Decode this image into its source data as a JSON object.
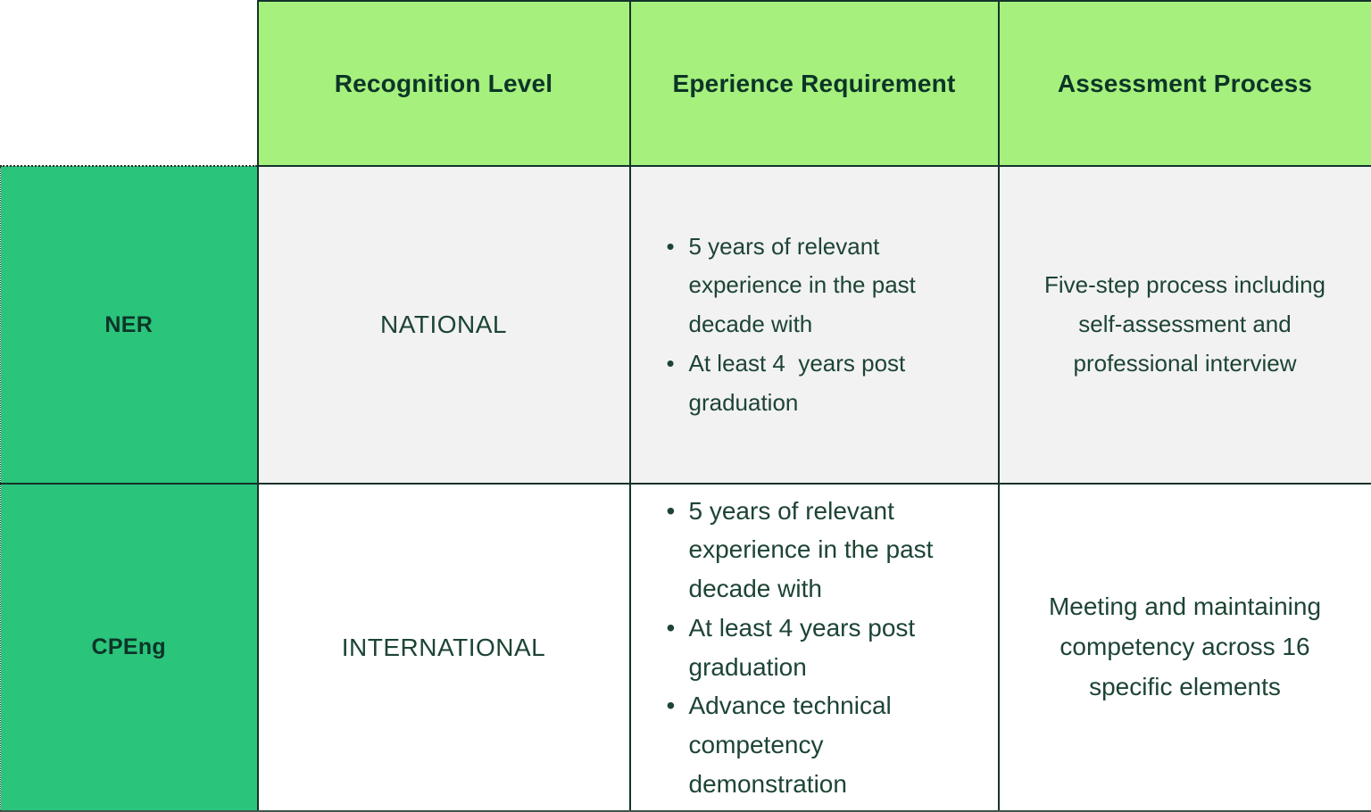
{
  "colors": {
    "header-green": "#a6f07d",
    "row-green": "#2bc47b",
    "row1-bg": "#f2f2f2",
    "row2-bg": "#ffffff",
    "line-dark": "#14332a",
    "text-dark": "#0c3528",
    "text-body": "#1d4434"
  },
  "chart_data": {
    "type": "table",
    "columns": [
      "Recognition Level",
      "Eperience Requirement",
      "Assessment Process"
    ],
    "rows": [
      {
        "label": "NER",
        "recognition_level": "NATIONAL",
        "experience_requirement": [
          "5 years of relevant experience in the past decade with",
          "At least 4  years post graduation"
        ],
        "assessment_process": "Five-step process including self-assessment and professional interview"
      },
      {
        "label": "CPEng",
        "recognition_level": "INTERNATIONAL",
        "experience_requirement": [
          "5 years of relevant experience in the past decade with",
          "At least 4 years post graduation",
          "Advance technical competency demonstration"
        ],
        "assessment_process": "Meeting and maintaining competency across 16 specific elements"
      }
    ]
  }
}
